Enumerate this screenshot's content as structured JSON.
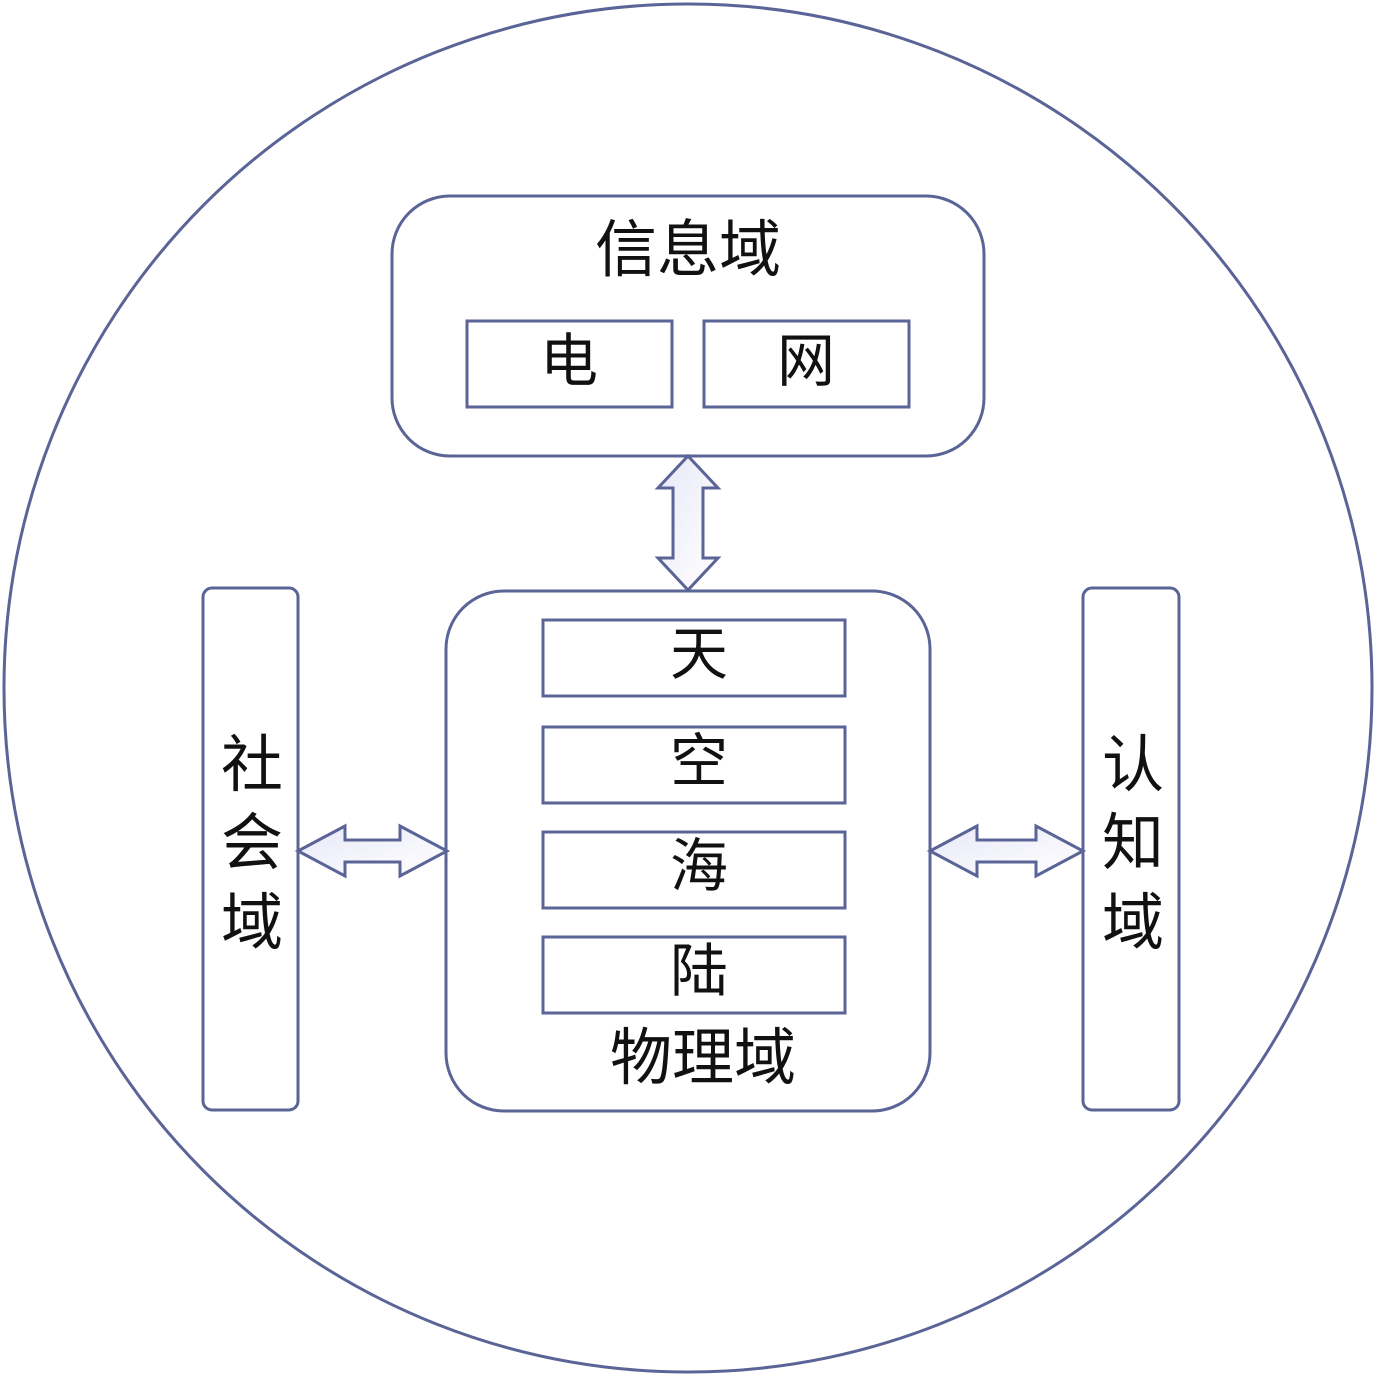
{
  "colors": {
    "stroke": "#5a6496",
    "arrow_fill_start": "#e8e8f8",
    "arrow_fill_end": "#ffffff",
    "text": "#111111"
  },
  "info_domain": {
    "title": "信息域",
    "items": [
      "电",
      "网"
    ]
  },
  "physical_domain": {
    "title": "物理域",
    "items": [
      "天",
      "空",
      "海",
      "陆"
    ]
  },
  "social_domain": {
    "chars": [
      "社",
      "会",
      "域"
    ]
  },
  "cognitive_domain": {
    "chars": [
      "认",
      "知",
      "域"
    ]
  }
}
